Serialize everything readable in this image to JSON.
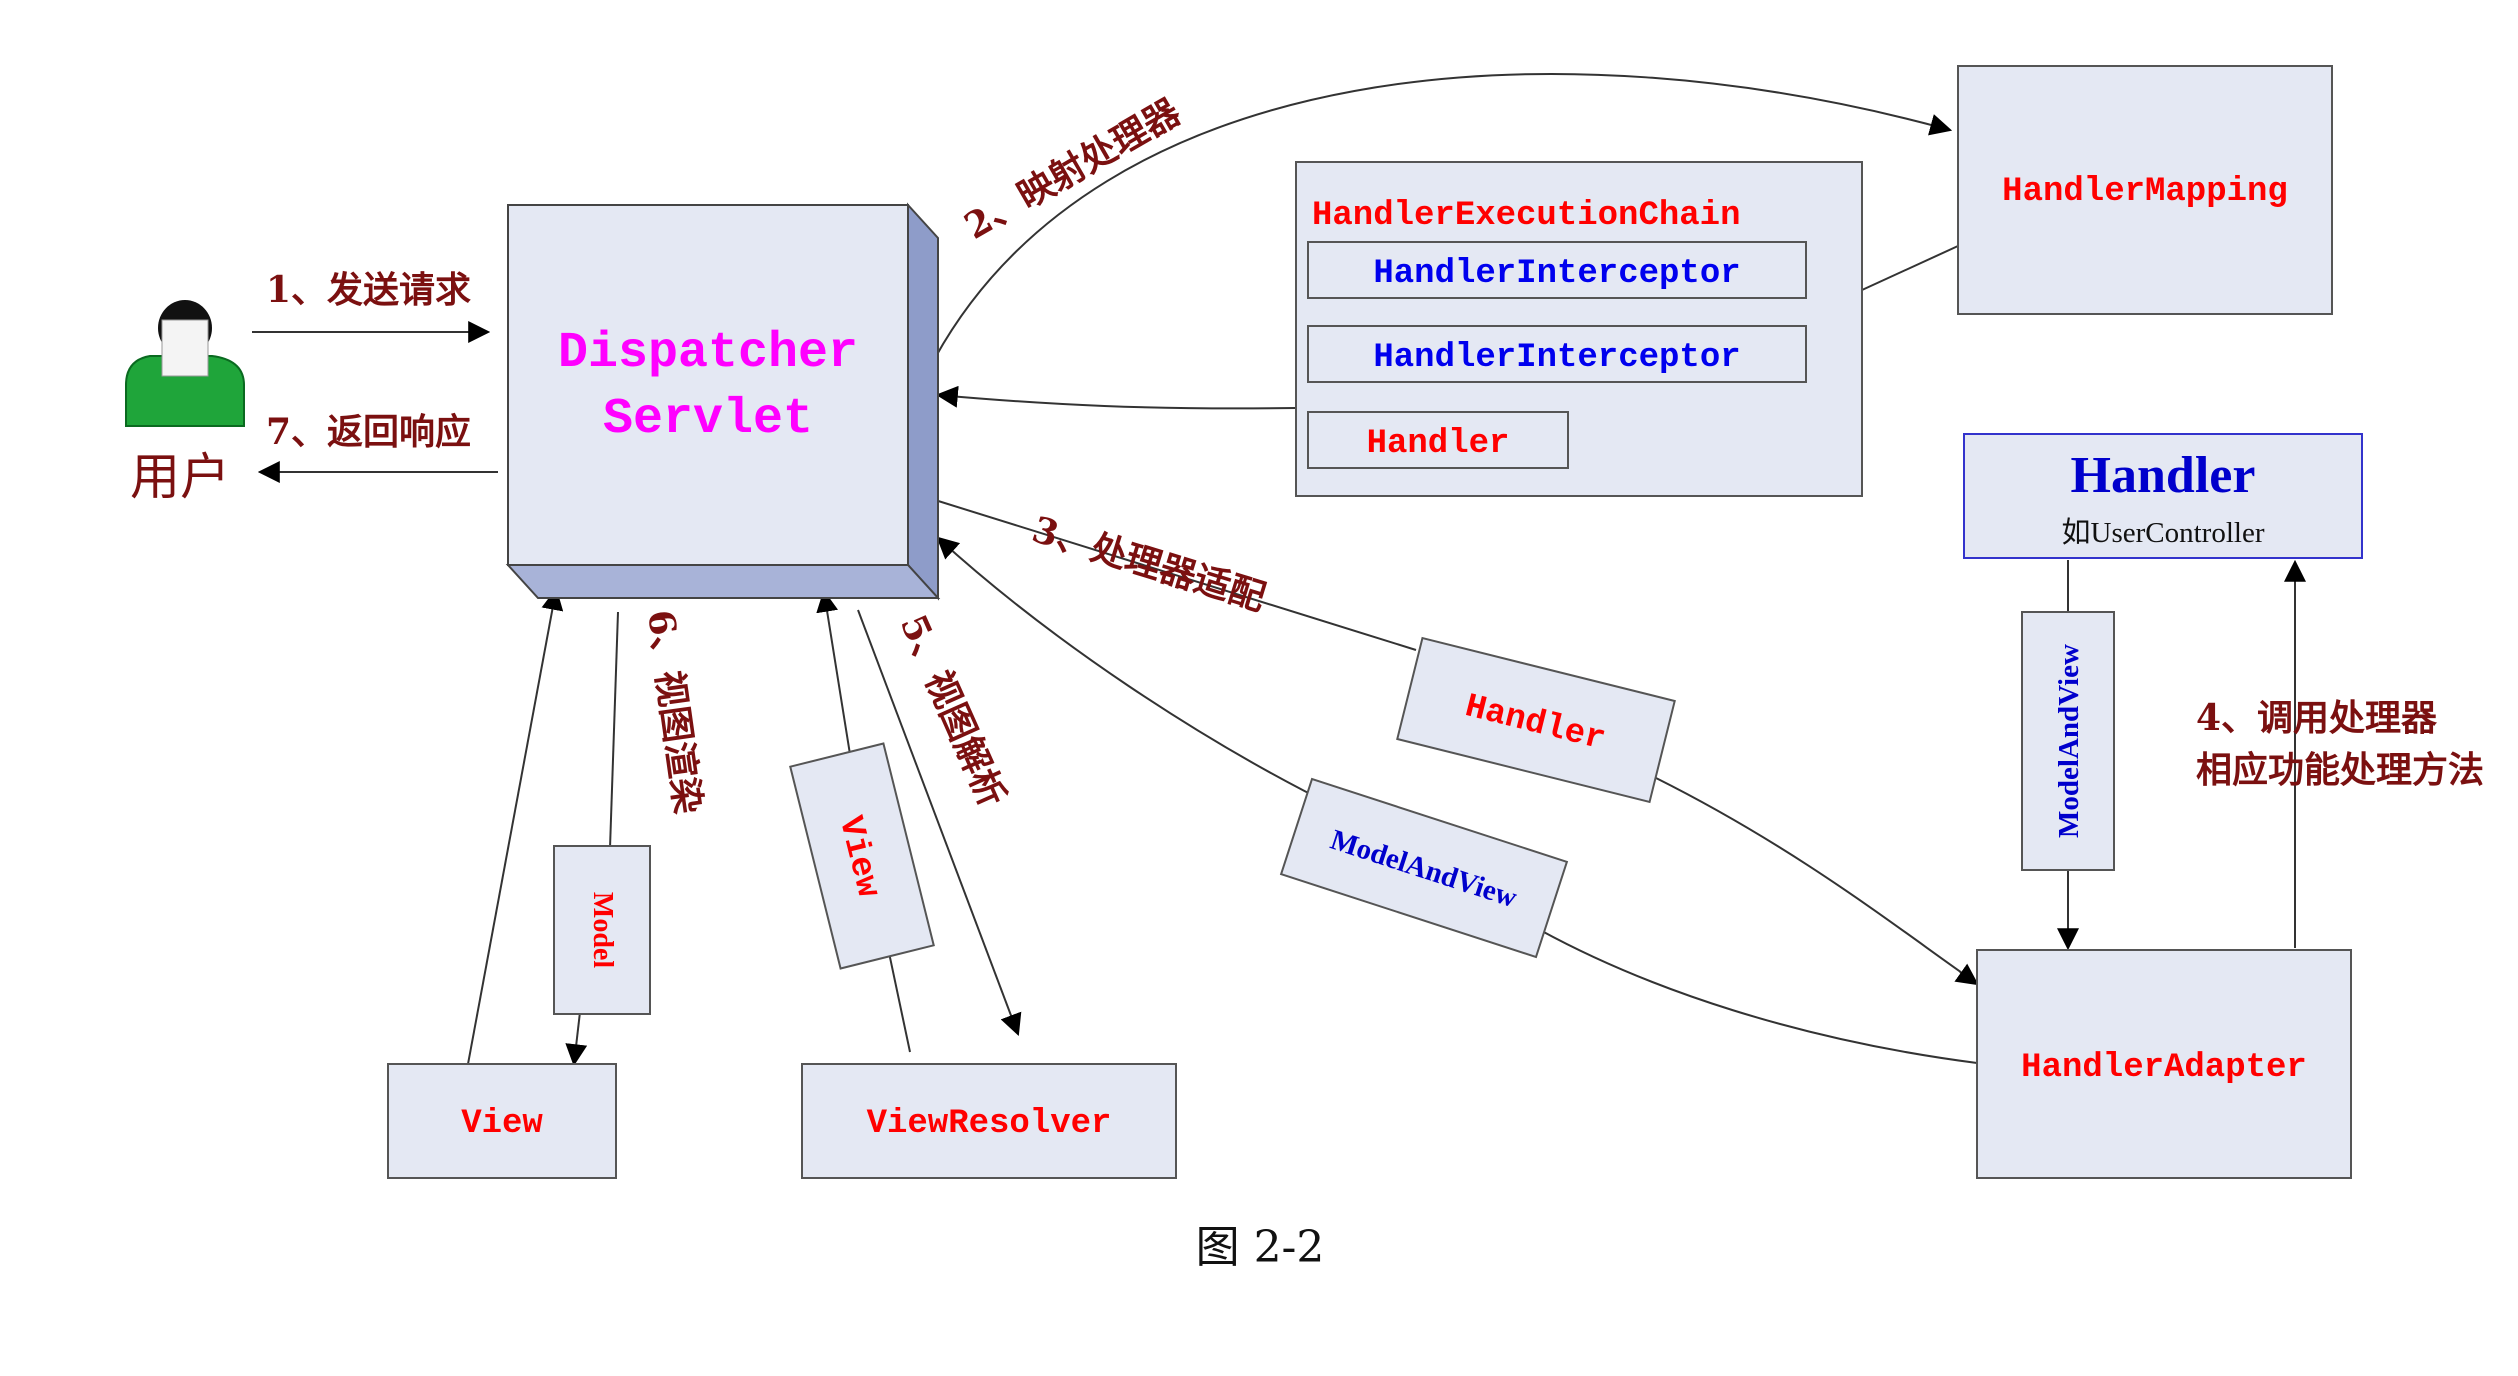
{
  "colors": {
    "box_fill": "#E4E8F3",
    "box_stroke": "#555555",
    "red_text": "#FF0000",
    "blue_text": "#0000EE",
    "magenta_text": "#FF00FF",
    "step_text": "#7B1010",
    "user_green": "#1FA53A"
  },
  "user": {
    "label": "用户",
    "icon": "user-icon"
  },
  "dispatcher": {
    "line1": "Dispatcher",
    "line2": "Servlet"
  },
  "handler_mapping": {
    "label": "HandlerMapping"
  },
  "execution_chain": {
    "title": "HandlerExecutionChain",
    "interceptor1": "HandlerInterceptor",
    "interceptor2": "HandlerInterceptor",
    "handler": "Handler"
  },
  "handler_box": {
    "title": "Handler",
    "subtitle": "如UserController"
  },
  "handler_adapter": {
    "label": "HandlerAdapter"
  },
  "view_box": {
    "label": "View"
  },
  "view_resolver": {
    "label": "ViewResolver"
  },
  "tags": {
    "handler": "Handler",
    "model_and_view_diag": "ModelAndView",
    "model_and_view_vert": "ModelAndView",
    "model": "Model",
    "view": "View"
  },
  "steps": {
    "s1": "1、发送请求",
    "s2": "2、映射处理器",
    "s3": "3、处理器适配",
    "s4_line1": "4、调用处理器",
    "s4_line2": "相应功能处理方法",
    "s5": "5、视图解析",
    "s6": "6、视图渲染",
    "s7": "7、返回响应"
  },
  "caption": "图 2-2"
}
